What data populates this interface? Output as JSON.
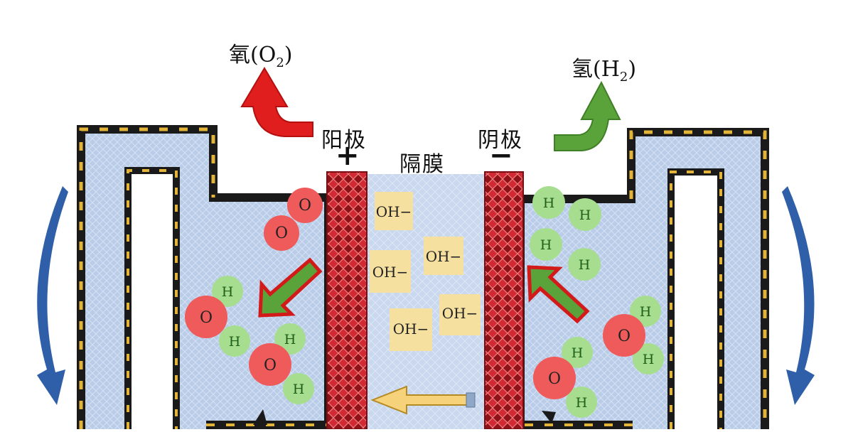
{
  "labels": {
    "oxygen": "氧(O",
    "oxygen_sub": "2",
    "oxygen_close": ")",
    "hydrogen": "氢(H",
    "hydrogen_sub": "2",
    "hydrogen_close": ")",
    "anode": "阳极",
    "cathode": "阴极",
    "separator": "隔膜",
    "plus": "+",
    "minus": "−"
  },
  "ions": [
    "OH−",
    "OH−",
    "OH−",
    "OH−",
    "OH−"
  ],
  "molecules": {
    "oxygen_letter": "O",
    "hydrogen_letter": "H"
  },
  "colors": {
    "electrolyte": "#b9cde8",
    "electrode": "#c41f2a",
    "membrane": "#c9d8ee",
    "ion_box": "#f6e0a0",
    "oxygen_atom": "#ef5a5a",
    "hydrogen_atom": "#a6dd8f",
    "arrow_red": "#e01e1e",
    "arrow_green": "#5aa33a",
    "arrow_blue": "#2f5fa8",
    "tank_frame": "#1a1a1a",
    "frame_dash": "#e2b43a"
  }
}
